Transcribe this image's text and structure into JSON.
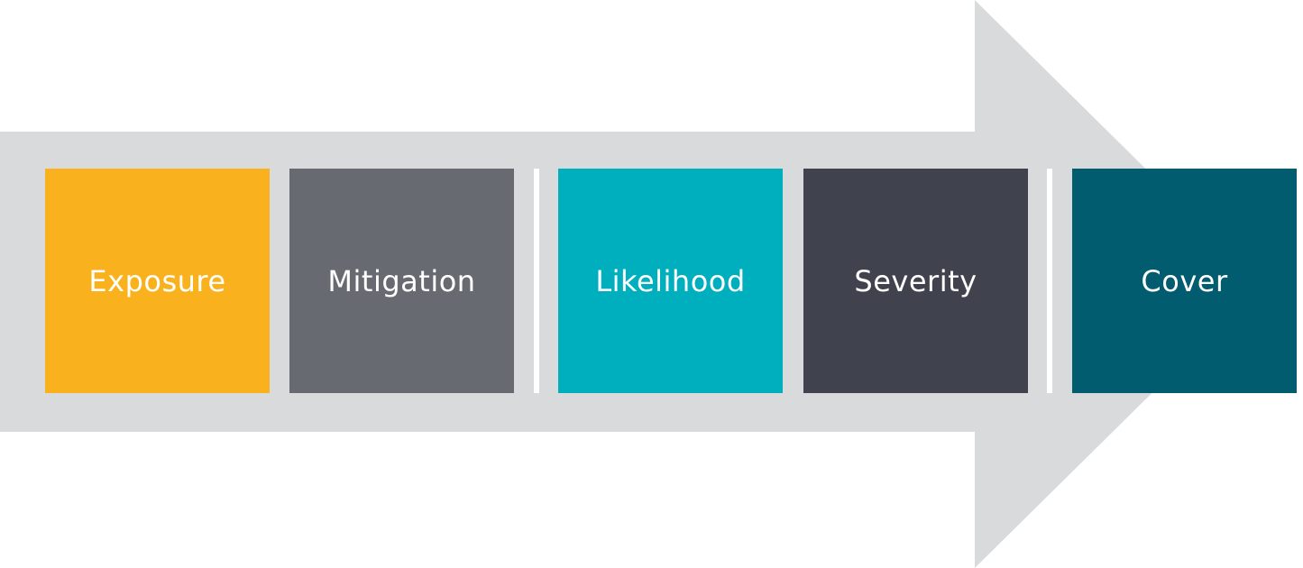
{
  "colors": {
    "arrow": "#d9dadb",
    "divider": "#ffffff"
  },
  "steps": [
    {
      "label": "Exposure",
      "color": "#f9b21d"
    },
    {
      "label": "Mitigation",
      "color": "#686a71"
    },
    {
      "label": "Likelihood",
      "color": "#00afbe"
    },
    {
      "label": "Severity",
      "color": "#40434e"
    },
    {
      "label": "Cover",
      "color": "#005c6e"
    }
  ]
}
